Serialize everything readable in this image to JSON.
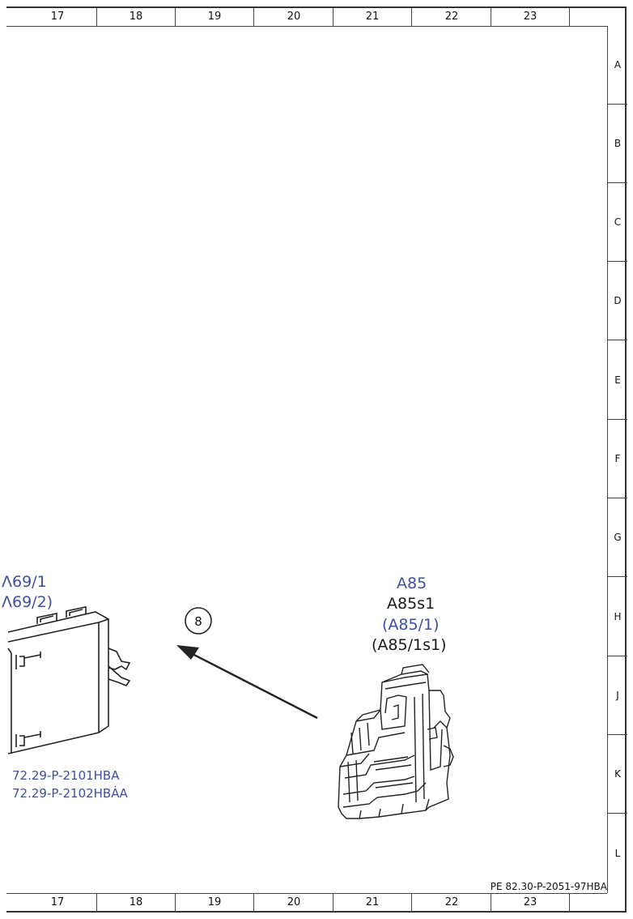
{
  "grid": {
    "columns": [
      "17",
      "18",
      "19",
      "20",
      "21",
      "22",
      "23"
    ],
    "rows": [
      "A",
      "B",
      "C",
      "D",
      "E",
      "F",
      "G",
      "H",
      "J",
      "K",
      "L"
    ]
  },
  "left_component": {
    "label_1": "Λ69/1",
    "label_2": "Λ69/2)",
    "ref_1": "72.29-P-2101HBA",
    "ref_2": "72.29-P-2102HBȦA"
  },
  "callout": {
    "number": "8"
  },
  "right_component": {
    "label_1": "A85",
    "label_2": "A85s1",
    "label_3": "(A85/1)",
    "label_4": "(A85/1s1)"
  },
  "doc_ref": "PE 82.30-P-2051-97HBA",
  "colors": {
    "blue_label": "#3d4fa0",
    "line": "#222222"
  }
}
